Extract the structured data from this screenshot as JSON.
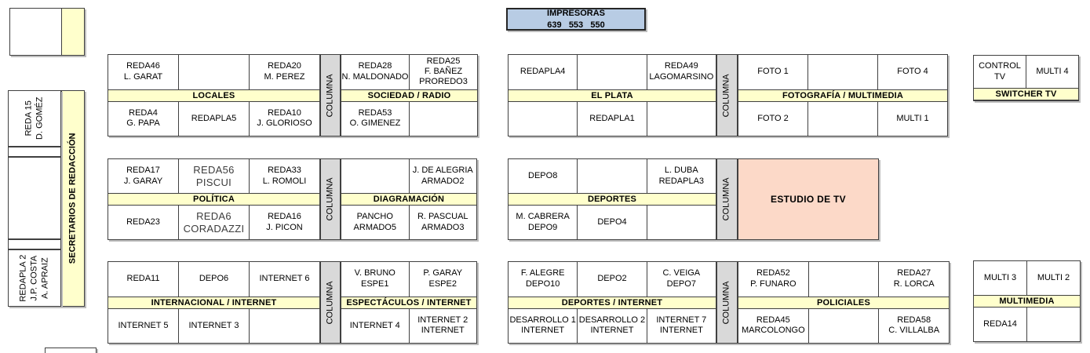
{
  "printer": {
    "title": "IMPRESORAS",
    "numbers": "639   553   550"
  },
  "labels": {
    "columna": "COLUMNA"
  },
  "left_rail": {
    "strip": "SECRETARIOS DE REDACCIÓN",
    "top_cell": "REDA 15\nD. GOMÉZ",
    "bottom_cell": "REDAPLA 2\nJ.P. COSTA\nA. APRAIZ"
  },
  "blocks": {
    "locales": {
      "band": "LOCALES",
      "top": [
        "REDA46\nL. GARAT",
        "",
        "REDA20\nM. PEREZ"
      ],
      "bottom": [
        "REDA4\nG. PAPA",
        "REDAPLA5",
        "REDA10\nJ. GLORIOSO"
      ]
    },
    "sociedad": {
      "band": "SOCIEDAD / RADIO",
      "top": [
        "REDA28\nN. MALDONADO",
        "REDA25\nF. BAÑEZ\nPROREDO3"
      ],
      "bottom": [
        "REDA53\nO. GIMENEZ",
        ""
      ]
    },
    "elplata": {
      "band": "EL PLATA",
      "top": [
        "REDAPLA4",
        "",
        "REDA49\nLAGOMARSINO"
      ],
      "bottom": [
        "",
        "REDAPLA1",
        ""
      ]
    },
    "fotografia": {
      "band": "FOTOGRAFÍA / MULTIMEDIA",
      "top": [
        "FOTO 1",
        "",
        "FOTO 4"
      ],
      "bottom": [
        "FOTO 2",
        "",
        "MULTI 1"
      ]
    },
    "switcher": {
      "band": "SWITCHER TV",
      "top": [
        "CONTROL TV",
        "MULTI 4"
      ]
    },
    "politica": {
      "band": "POLÍTICA",
      "top": [
        "REDA17\nJ. GARAY",
        "REDA56\nPISCUI",
        "REDA33\nL. ROMOLI"
      ],
      "bottom": [
        "REDA23",
        "REDA6\nCORADAZZI",
        "REDA16\nJ. PICON"
      ]
    },
    "diagramacion": {
      "band": "DIAGRAMACIÓN",
      "top": [
        "",
        "J. DE ALEGRIA\nARMADO2"
      ],
      "bottom": [
        "PANCHO\nARMADO5",
        "R. PASCUAL\nARMADO3"
      ]
    },
    "deportes": {
      "band": "DEPORTES",
      "top": [
        "DEPO8",
        "",
        "L. DUBA\nREDAPLA3"
      ],
      "bottom": [
        "M. CABRERA\nDEPO9",
        "DEPO4",
        ""
      ]
    },
    "estudio": {
      "label": "ESTUDIO DE TV"
    },
    "internacional": {
      "band": "INTERNACIONAL / INTERNET",
      "top": [
        "REDA11",
        "DEPO6",
        "INTERNET 6"
      ],
      "bottom": [
        "INTERNET 5",
        "INTERNET 3",
        ""
      ]
    },
    "espectaculos": {
      "band": "ESPECTÁCULOS / INTERNET",
      "top": [
        "V. BRUNO\nESPE1",
        "P. GARAY\nESPE2"
      ],
      "bottom": [
        "INTERNET 4",
        "INTERNET 2\nINTERNET"
      ]
    },
    "deportes_internet": {
      "band": "DEPORTES / INTERNET",
      "top": [
        "F. ALEGRE\nDEPO10",
        "DEPO2",
        "C. VEIGA\nDEPO7"
      ],
      "bottom": [
        "DESARROLLO 1\nINTERNET",
        "DESARROLLO 2\nINTERNET",
        "INTERNET 7\nINTERNET"
      ]
    },
    "policiales": {
      "band": "POLICIALES",
      "top": [
        "REDA52\nP. FUNARO",
        "",
        "REDA27\nR. LORCA"
      ],
      "bottom": [
        "REDA45\nMARCOLONGO",
        "",
        "REDA58\nC. VILLALBA"
      ]
    },
    "multimedia": {
      "band": "MULTIMEDIA",
      "top": [
        "MULTI 3",
        "MULTI 2"
      ],
      "bottom": [
        "REDA14",
        ""
      ]
    }
  },
  "colors": {
    "band_yellow": "#ffffcc",
    "columna_gray": "#d9d9d9",
    "printer_blue": "#b8cce4",
    "studio_pink": "#fcd9c8",
    "line": "#404040"
  }
}
